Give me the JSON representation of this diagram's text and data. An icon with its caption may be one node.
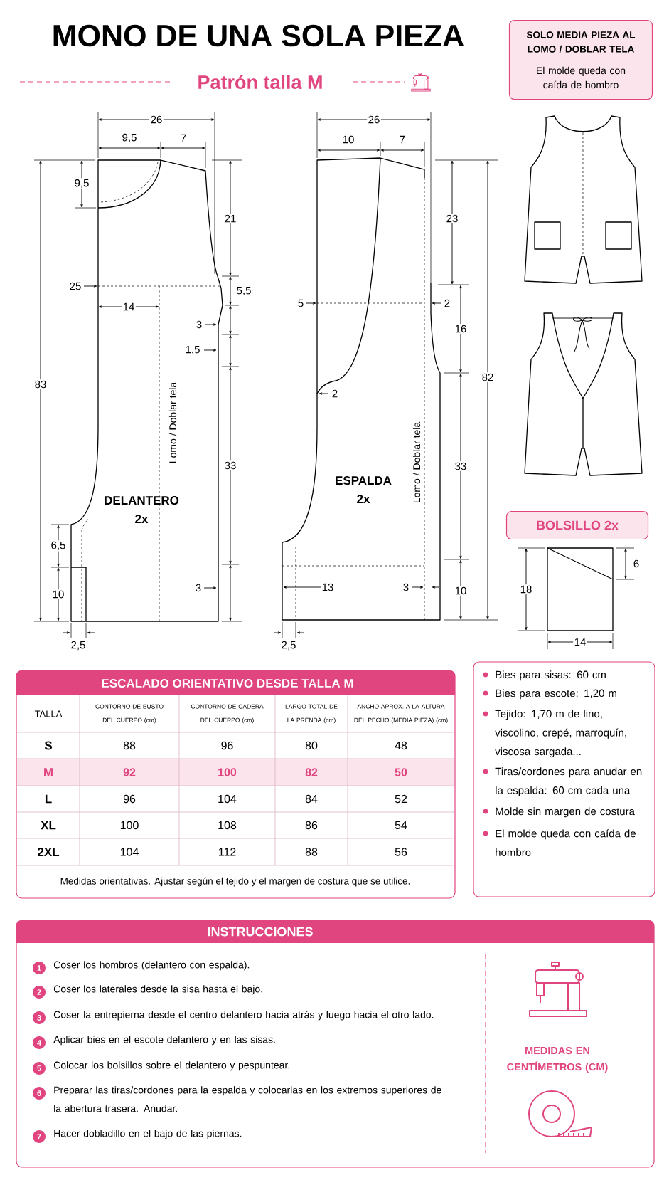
{
  "diagram": {
    "title": "MONO DE UNA SOLA PIEZA",
    "nodes": [
      {
        "text": [
          "SOLO MEDIA PIEZA AL LOMO / DOBLAR TELA",
          "El molde queda con caída de hombro"
        ]
      },
      {
        "text": [
          "DELANTERO 2x",
          "Lomo / Doblar tela"
        ]
      },
      {
        "text": [
          "ESPALDA 2x",
          "Lomo / Doblar tela"
        ]
      },
      {
        "text": [
          "BOLSILLO 2x"
        ]
      },
      {
        "text": [
          "ESCALADO ORIENTATIVO DESDE TALLA M",
          "Medidas orientativas. Ajustar según el tejido y el margen de costura que se utilice."
        ]
      },
      {
        "text": [
          "Bies para sisas: 60 cm",
          "Bies para escote: 1,20 m",
          "Tejido: 1,70 m de lino, viscolino, crepé, marroquín, viscosa sargada...",
          "Tiras/cordones para anudar en la espalda: 60 cm cada una",
          "Molde sin margen de costura",
          "El molde queda con caída de hombro"
        ]
      },
      {
        "text": [
          "INSTRUCCIONES",
          "MEDIDAS EN CENTÍMETROS (CM)"
        ]
      },
      {
        "text": [
          "1"
        ],
        "in": 6,
        "beside": [
          "Coser los hombros (delantero con espalda)."
        ]
      },
      {
        "text": [
          "2"
        ],
        "in": 6,
        "beside": [
          "Coser los laterales desde la sisa hasta el bajo."
        ]
      },
      {
        "text": [
          "3"
        ],
        "in": 6,
        "beside": [
          "Coser la entrepierna desde el centro delantero hacia atrás y luego hacia el otro lado."
        ]
      },
      {
        "text": [
          "4"
        ],
        "in": 6,
        "beside": [
          "Aplicar bies en el escote delantero y en las sisas."
        ]
      },
      {
        "text": [
          "5"
        ],
        "in": 6,
        "beside": [
          "Colocar los bolsillos sobre el delantero y pespuntear."
        ]
      },
      {
        "text": [
          "6"
        ],
        "in": 6,
        "beside": [
          "Preparar las tiras/cordones para la espalda y colocarlas en los extremos superiores de la abertura trasera. Anudar."
        ]
      },
      {
        "text": [
          "7"
        ],
        "in": 6,
        "beside": [
          "Hacer dobladillo en el bajo de las piernas."
        ]
      }
    ],
    "labels": [
      "Patrón talla M",
      "26",
      "9,5",
      "7",
      "9,5",
      "21",
      "25",
      "5,5",
      "14",
      "3",
      "1,5",
      "83",
      "33",
      "6,5",
      "10",
      "3",
      "2,5",
      "26",
      "10",
      "7",
      "23",
      "5",
      "2",
      "16",
      "82",
      "2",
      "33",
      "13",
      "3",
      "10",
      "2,5",
      "6",
      "18",
      "14",
      "TALLA",
      "CONTORNO DE BUSTO DEL CUERPO (cm)",
      "CONTORNO DE CADERA DEL CUERPO (cm)",
      "LARGO TOTAL DE LA PRENDA (cm)",
      "ANCHO APROX. A LA ALTURA DEL PECHO (MEDIA PIEZA) (cm)",
      "S",
      "88",
      "96",
      "80",
      "48",
      "M",
      "92",
      "100",
      "82",
      "50",
      "L",
      "96",
      "104",
      "84",
      "52",
      "XL",
      "100",
      "108",
      "86",
      "54",
      "2XL",
      "104",
      "112",
      "88",
      "56"
    ]
  }
}
